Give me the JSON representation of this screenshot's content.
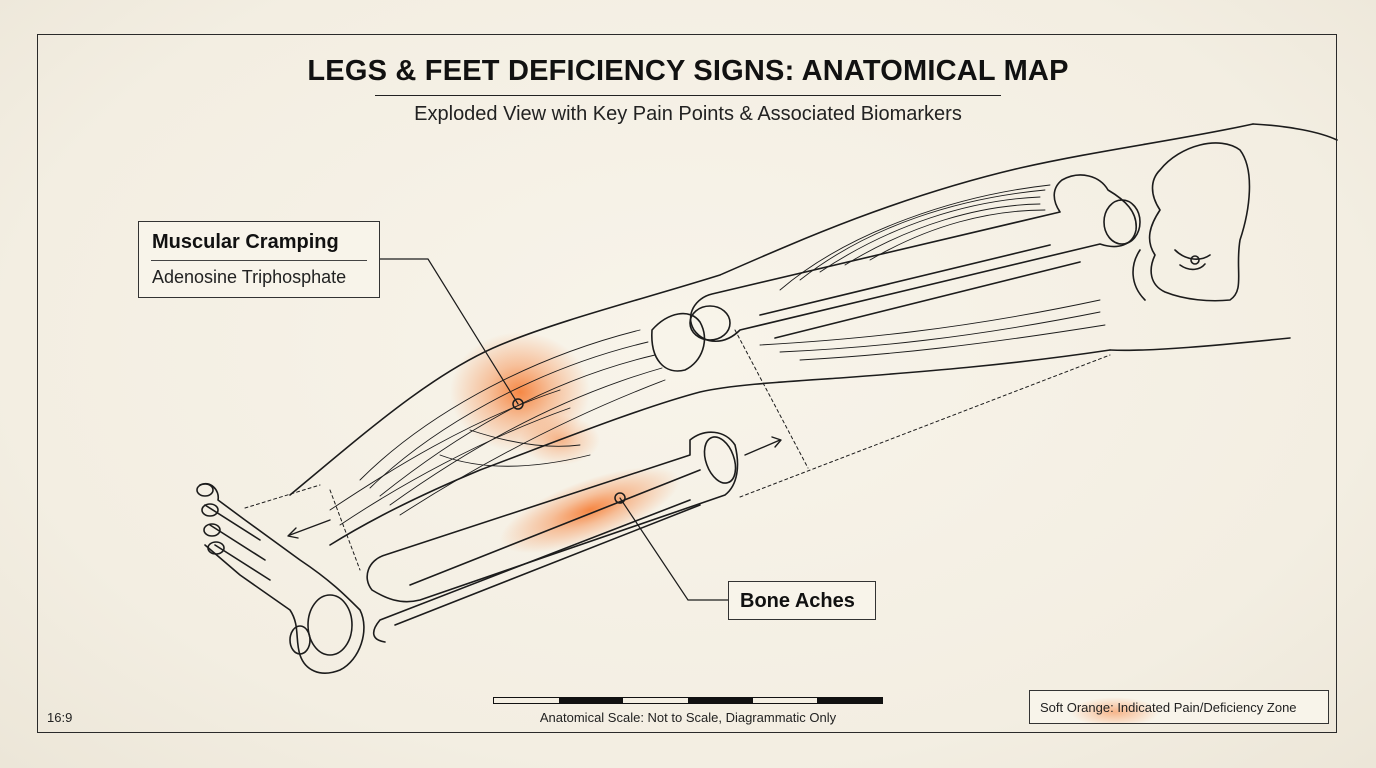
{
  "title": "LEGS & FEET DEFICIENCY SIGNS: ANATOMICAL MAP",
  "subtitle": "Exploded View with Key Pain Points & Associated Biomarkers",
  "callouts": {
    "muscular_cramping": {
      "title": "Muscular Cramping",
      "subtitle": "Adenosine Triphosphate"
    },
    "bone_aches": {
      "title": "Bone Aches"
    }
  },
  "scale": {
    "caption": "Anatomical Scale: Not to Scale, Diagrammatic Only"
  },
  "aspect_label": "16:9",
  "legend": {
    "text": "Soft Orange: Indicated Pain/Deficiency Zone",
    "color": "#f6823c"
  },
  "colors": {
    "background": "#f4efe4",
    "line": "#1c1c1c",
    "highlight": "#f6823c"
  }
}
